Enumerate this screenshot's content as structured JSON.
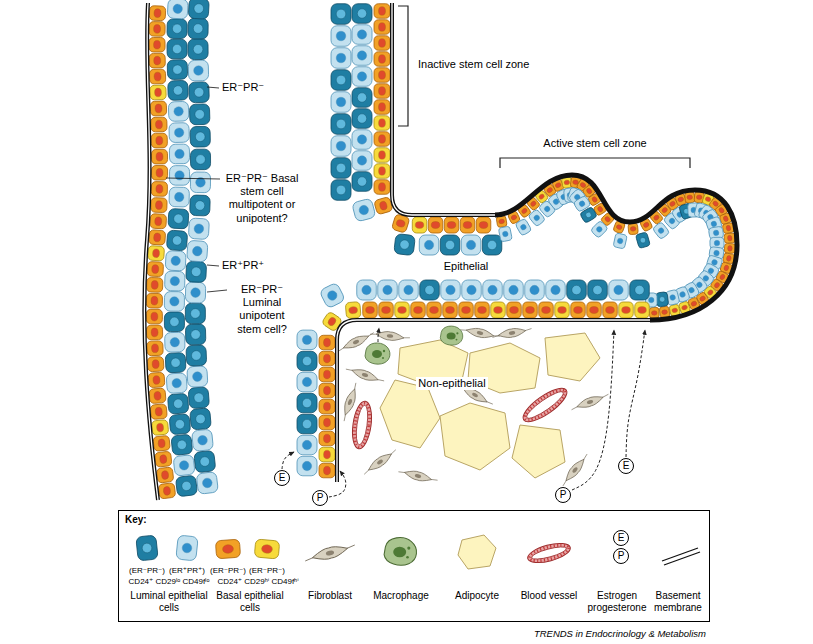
{
  "diagram": {
    "nodes": [
      {
        "text": [
          "E"
        ]
      },
      {
        "text": [
          "E"
        ]
      },
      {
        "text": [
          "P"
        ]
      },
      {
        "text": [
          "P"
        ]
      },
      {
        "text": [
          "Key:"
        ]
      },
      {
        "text": [
          "E"
        ],
        "in": 4
      },
      {
        "text": [
          "P"
        ],
        "in": 4
      }
    ],
    "labels": [
      "Inactive stem cell zone",
      "Active stem cell zone",
      "ER⁻PR⁻",
      "ER⁻PR⁻ Basal stem cell multipotent or unipotent?",
      "ER⁺PR⁺",
      "ER⁻PR⁻ Luminal unipotent stem cell?",
      "Epithelial",
      "Non-epithelial",
      "(ER⁻PR⁻)",
      "(ER⁺PR⁺)",
      "CD24⁺ CD29ˡᵒ CD49fˡᵒ",
      "(ER⁻PR⁻)",
      "(ER⁻PR⁻)",
      "CD24⁺ CD29ʰⁱ CD49fʰⁱ",
      "TRENDS in Endocrinology & Metabolism"
    ],
    "legend": [
      {
        "text": "Luminal epithelial cells"
      },
      {
        "text": "Basal epithelial cells"
      },
      {
        "text": "Fibroblast"
      },
      {
        "text": "Macrophage"
      },
      {
        "text": "Adipocyte"
      },
      {
        "text": "Blood vessel"
      },
      {
        "text": "Estrogen progesterone"
      },
      {
        "text": "Basement membrane"
      }
    ]
  }
}
